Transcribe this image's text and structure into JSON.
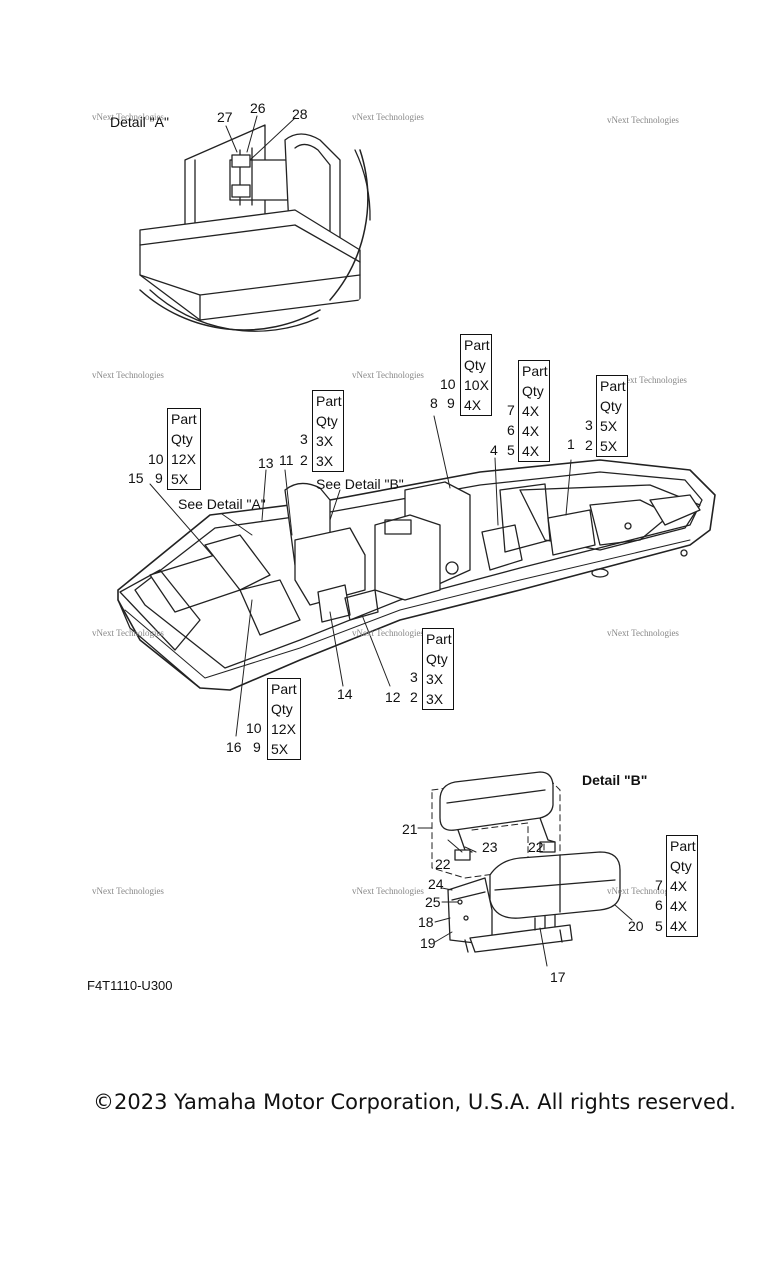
{
  "detail_a_title": "Detail \"A\"",
  "detail_b_title": "Detail \"B\"",
  "see_detail_a": "See Detail \"A\"",
  "see_detail_b": "See Detail \"B\"",
  "watermark": "vNext Technologies",
  "diagram_code": "F4T1110-U300",
  "copyright": "©2023 Yamaha Motor Corporation, U.S.A. All rights reserved.",
  "callouts": {
    "c1": "1",
    "c2": "2",
    "c3": "3",
    "c4": "4",
    "c5": "5",
    "c6": "6",
    "c7": "7",
    "c8": "8",
    "c9": "9",
    "c10": "10",
    "c11": "11",
    "c12": "12",
    "c13": "13",
    "c14": "14",
    "c15": "15",
    "c16": "16",
    "c17": "17",
    "c18": "18",
    "c19": "19",
    "c20": "20",
    "c21": "21",
    "c22": "22",
    "c23": "23",
    "c24": "24",
    "c25": "25",
    "c26": "26",
    "c27": "27",
    "c28": "28"
  },
  "qty_header": [
    "Part",
    "Qty"
  ],
  "qty_tables": {
    "t8_10": [
      "10X",
      "4X"
    ],
    "t5_7": [
      "4X",
      "4X",
      "4X"
    ],
    "t1_3": [
      "5X",
      "5X"
    ],
    "t2_3a": [
      "3X",
      "3X"
    ],
    "t9_10a": [
      "12X",
      "5X"
    ],
    "t2_3b": [
      "3X",
      "3X"
    ],
    "t9_10b": [
      "12X",
      "5X"
    ],
    "t5_7b": [
      "4X",
      "4X",
      "4X"
    ]
  }
}
